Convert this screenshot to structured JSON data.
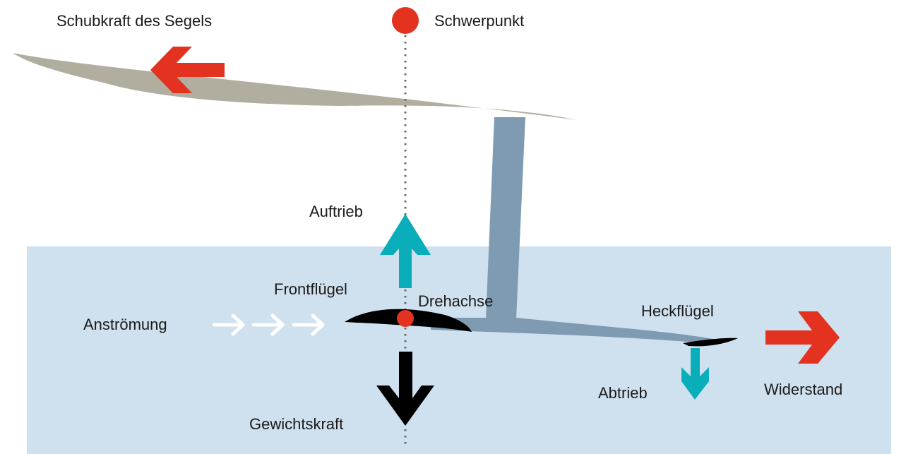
{
  "labels": {
    "sail_thrust": "Schubkraft des Segels",
    "center_of_gravity": "Schwerpunkt",
    "lift": "Auftrieb",
    "front_wing": "Frontflügel",
    "pivot_axis": "Drehachse",
    "inflow": "Anströmung",
    "rear_wing": "Heckflügel",
    "downforce": "Abtrieb",
    "drag": "Widerstand",
    "weight": "Gewichtskraft"
  },
  "colors": {
    "water": "#cfe1ee",
    "sail": "#b1ad9f",
    "mast": "#7f9bb2",
    "force_red": "#e3321f",
    "force_cyan": "#0aadba",
    "force_black": "#000000",
    "inflow_arrows": "#ffffff",
    "center_dot": "#e3321f",
    "dotted_line": "#6b6b6b"
  }
}
